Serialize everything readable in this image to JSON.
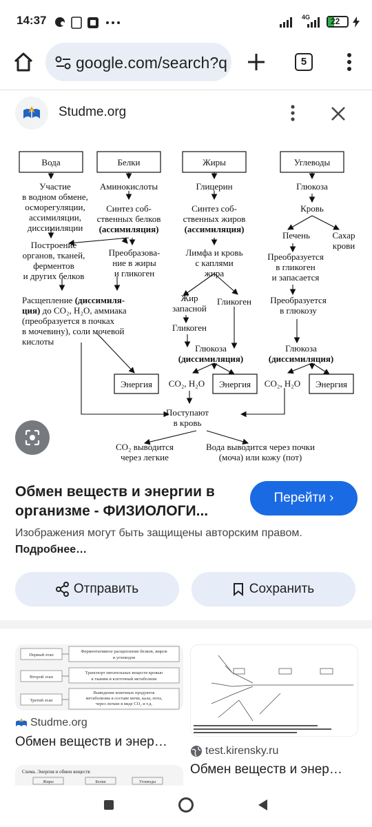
{
  "status_bar": {
    "time": "14:37",
    "network": "4G",
    "battery": "22"
  },
  "browser": {
    "url": "google.com/search?q",
    "tab_count": "5"
  },
  "result": {
    "source_name": "Studme.org",
    "title": "Обмен веществ и энергии в организме - ФИЗИОЛОГИ...",
    "go_button": "Перейти",
    "copyright_text": "Изображения могут быть защищены авторским правом.",
    "more_link": "Подробнее…",
    "share_button": "Отправить",
    "save_button": "Сохранить"
  },
  "diagram": {
    "boxes": {
      "water": "Вода",
      "proteins": "Белки",
      "fats": "Жиры",
      "carbs": "Углеводы",
      "energy1": "Энергия",
      "energy2": "Энергия",
      "energy3": "Энергия"
    },
    "water_col": {
      "l1": "Участие",
      "l2": "в водном обмене,",
      "l3": "осморегуляции,",
      "l4": "ассимиляции,",
      "l5": "диссимиляции"
    },
    "build_col": {
      "l1": "Построение",
      "l2": "органов, тканей,",
      "l3": "ферментов",
      "l4": "и других белков"
    },
    "split_col": {
      "l1a": "Расщепление ",
      "l1b": "(диссимиля-",
      "l2a": "ция)",
      "l2b": " до CO₂, H₂O, аммиака",
      "l3": "(преобразуется в почках",
      "l4": "в мочевину), соли мочевой",
      "l5": "кислоты"
    },
    "protein_col": {
      "l1": "Аминокислоты",
      "l2": "Синтез соб-",
      "l3": "ственных белков",
      "l4": "(ассимиляция)",
      "l5": "Преобразова-",
      "l6": "ние в жиры",
      "l7": "и гликоген"
    },
    "fat_col": {
      "l1": "Глицерин",
      "l2": "Синтез соб-",
      "l3": "ственных жиров",
      "l4": "(ассимиляция)",
      "l5": "Лимфа и кровь",
      "l6": "с каплями",
      "l7": "жира",
      "l8": "Жир",
      "l9": "запасной",
      "l10": "Гликоген",
      "l11": "Гликоген",
      "l12": "Глюкоза",
      "l13": "(диссимиляция)",
      "l14": "CO₂, H₂O"
    },
    "carb_col": {
      "l1": "Глюкоза",
      "l2": "Кровь",
      "l3": "Печень",
      "l4": "Сахар",
      "l5": "крови",
      "l6": "Преобразуется",
      "l7": "в гликоген",
      "l8": "и запасается",
      "l9": "Преобразуется",
      "l10": "в глюкозу",
      "l11": "Глюкоза",
      "l12": "(диссимиляция)",
      "l13": "CO₂, H₂O"
    },
    "bottom": {
      "l1": "Поступают",
      "l2": "в кровь",
      "l3": "CO₂ выводится",
      "l4": "через легкие",
      "l5": "Вода выводится через почки",
      "l6": "(моча) или кожу (пот)"
    }
  },
  "related": [
    {
      "source": "Studme.org",
      "title": "Обмен веществ и энер…",
      "thumb": {
        "r1": "Первый этап",
        "r1b": "Ферментативное расщепление белков, жиров",
        "r1c": "и углеводов",
        "r2": "Второй этап",
        "r2b": "Транспорт питательных веществ кровью",
        "r2c": "к тканям и клеточный метаболизм",
        "r3": "Третий этап",
        "r3b": "Выведение конечных продуктов",
        "r3c": "метаболизма в составе мочи, кала, пота,",
        "r3d": "через легкие в виде CO₂ и т.д."
      }
    },
    {
      "source": "test.kirensky.ru",
      "title": "Обмен веществ и энер…"
    }
  ],
  "third_thumb": {
    "caption": "Схема. Энергия и обмен веществ",
    "c1": "Жиры",
    "c2": "Белки",
    "c3": "Углеводы"
  },
  "colors": {
    "accent": "#1a6ae4",
    "pill_bg": "#e6edf8",
    "url_bg": "#e9eef6"
  }
}
